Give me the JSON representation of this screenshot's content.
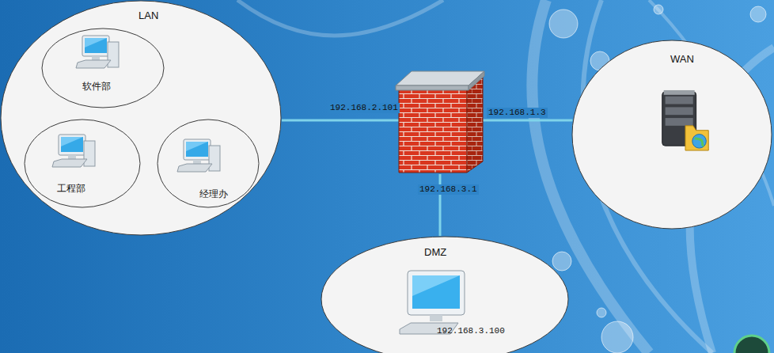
{
  "diagram": {
    "nodes": [
      {
        "text": [
          "LAN"
        ]
      },
      {
        "text": [
          "软件部"
        ],
        "in": 0
      },
      {
        "text": [
          "工程部"
        ],
        "in": 0
      },
      {
        "text": [
          "经理办"
        ],
        "in": 0
      },
      {
        "text": []
      },
      {
        "text": [
          "WAN"
        ]
      },
      {
        "text": [
          "DMZ",
          "192.168.3.100"
        ]
      }
    ],
    "edges": [
      {
        "from": 0,
        "to": 4,
        "arrow": "none",
        "label": "192.168.2.101"
      },
      {
        "from": 4,
        "to": 5,
        "arrow": "none",
        "label": "192.168.1.3"
      },
      {
        "from": 4,
        "to": 6,
        "arrow": "none",
        "label": "192.168.3.1"
      }
    ]
  }
}
